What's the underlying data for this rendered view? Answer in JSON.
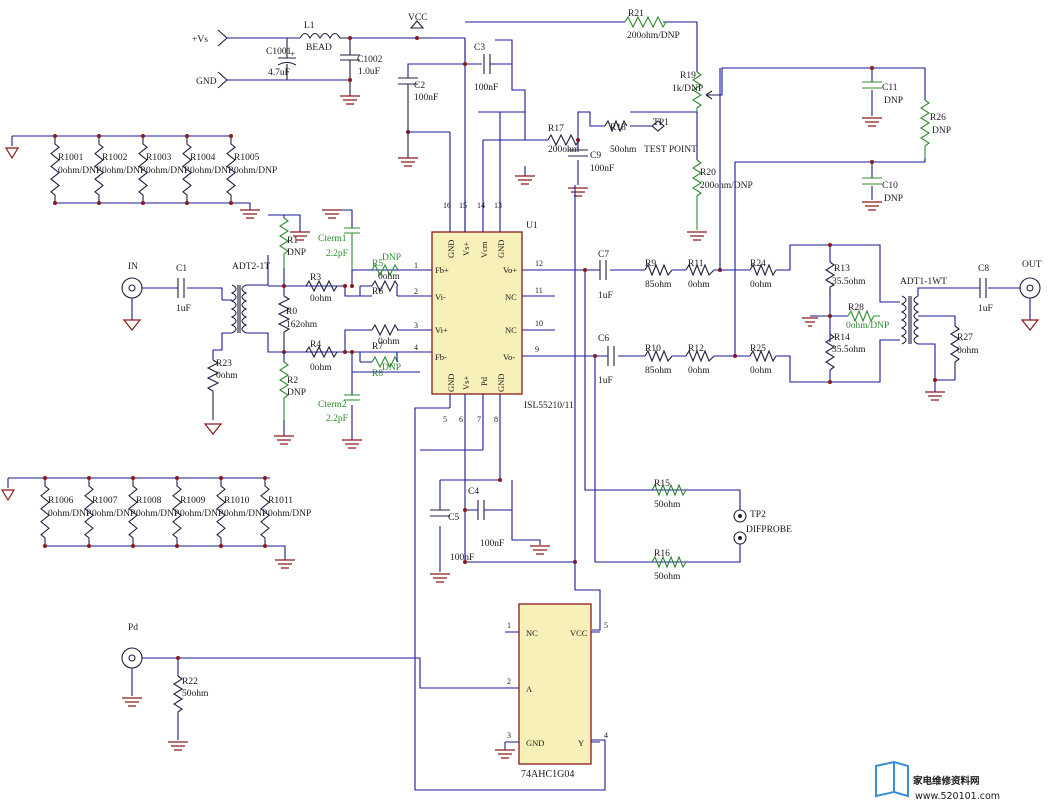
{
  "labels": {
    "vs": "+Vs",
    "gnd": "GND",
    "vcc": "VCC",
    "l1": "L1",
    "bead": "BEAD",
    "c1001": "C1001",
    "c1001v": "4.7uF",
    "c1002": "C1002",
    "c1002v": "1.0uF",
    "c2": "C2",
    "c2v": "100nF",
    "c3": "C3",
    "c3v": "100nF",
    "r21": "R21",
    "r21v": "200ohm/DNP",
    "r19": "R19",
    "r19v": "1k/DNP",
    "r17": "R17",
    "r17v": "200ohm",
    "r18": "R18",
    "r18v": "50ohm",
    "tp1": "TP1",
    "testpoint": "TEST POINT",
    "c9": "C9",
    "c9v": "100nF",
    "r20": "R20",
    "r20v": "200ohm/DNP",
    "c11": "C11",
    "c11v": "DNP",
    "r26": "R26",
    "r26v": "DNP",
    "c10": "C10",
    "c10v": "DNP",
    "r1001": "R1001",
    "r1002": "R1002",
    "r1003": "R1003",
    "r1004": "R1004",
    "r1005": "R1005",
    "r1006": "R1006",
    "r1007": "R1007",
    "r1008": "R1008",
    "r1009": "R1009",
    "r1010": "R1010",
    "r1011": "R1011",
    "dnp0": "0ohm/DNP",
    "in": "IN",
    "c1": "C1",
    "c1v": "1uF",
    "adt2": "ADT2-1T",
    "r1": "R1",
    "r1v": "DNP",
    "r0": "R0",
    "r0v": "162ohm",
    "r2": "R2",
    "r2v": "DNP",
    "r23": "R23",
    "r23v": "0ohm",
    "r3": "R3",
    "r3v": "0ohm",
    "r4": "R4",
    "r4v": "0ohm",
    "r5": "R5",
    "r5v": "DNP",
    "r6": "R6",
    "r6v": "0ohm",
    "r7": "R7",
    "r7v": "0ohm",
    "r8": "R8",
    "r8v": "DNP",
    "cterm1": "Cterm1",
    "cterm1v": "2.2pF",
    "cterm2": "Cterm2",
    "cterm2v": "2.2pF",
    "u1": "U1",
    "u1part": "ISL55210/11",
    "pin_gnd": "GND",
    "pin_vsp": "Vs+",
    "pin_vcm": "Vcm",
    "pin_fbp": "Fb+",
    "pin_vim": "Vi-",
    "pin_vip": "Vi+",
    "pin_fbm": "Fb-",
    "pin_vop": "Vo+",
    "pin_nc": "NC",
    "pin_vom": "Vo-",
    "pin_pd": "Pd",
    "c7": "C7",
    "c7v": "1uF",
    "c6": "C6",
    "c6v": "1uF",
    "r9": "R9",
    "r9v": "85ohm",
    "r10": "R10",
    "r10v": "85ohm",
    "r11": "R11",
    "r11v": "0ohm",
    "r12": "R12",
    "r12v": "0ohm",
    "r24": "R24",
    "r24v": "0ohm",
    "r25": "R25",
    "r25v": "0ohm",
    "r13": "R13",
    "r13v": "35.5ohm",
    "r14": "R14",
    "r14v": "35.5ohm",
    "r28": "R28",
    "r28v": "0ohm/DNP",
    "adt1": "ADT1-1WT",
    "r27": "R27",
    "r27v": "0ohm",
    "c8": "C8",
    "c8v": "1uF",
    "out": "OUT",
    "c4": "C4",
    "c4v": "100nF",
    "c5": "C5",
    "c5v": "100nF",
    "r15": "R15",
    "r15v": "50ohm",
    "r16": "R16",
    "r16v": "50ohm",
    "tp2": "TP2",
    "difprobe": "DIFPROBE",
    "pd": "Pd",
    "r22": "R22",
    "r22v": "50ohm",
    "u2_nc": "NC",
    "u2_vcc": "VCC",
    "u2_a": "A",
    "u2_gnd": "GND",
    "u2_y": "Y",
    "u2part": "74AHC1G04",
    "pins": {
      "p1": "1",
      "p2": "2",
      "p3": "3",
      "p4": "4",
      "p5": "5",
      "p6": "6",
      "p7": "7",
      "p8": "8",
      "p9": "9",
      "p10": "10",
      "p11": "11",
      "p12": "12",
      "p13": "13",
      "p14": "14",
      "p15": "15",
      "p16": "16"
    },
    "watermark": "家电维修资料网",
    "watermark_url": "www.520101.com"
  },
  "colors": {
    "wire": "#1a1a9a",
    "component": "#202040",
    "dnp": "#2e8b2e",
    "junction": "#8b1a1a",
    "ic_fill": "#f7f0b8"
  }
}
